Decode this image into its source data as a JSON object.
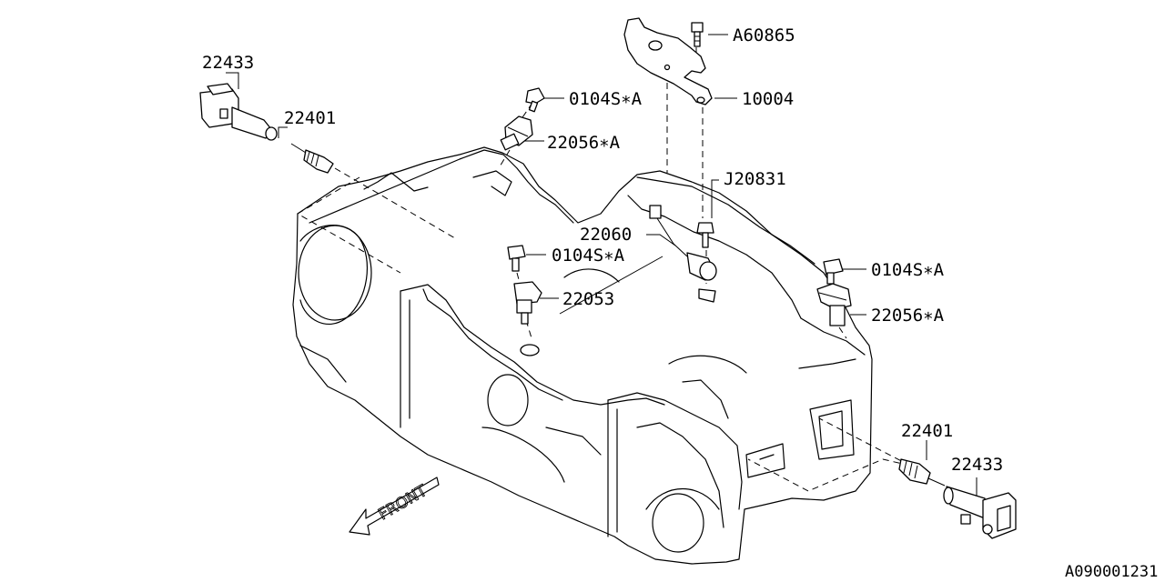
{
  "labels": {
    "a60865": "A60865",
    "p10004": "10004",
    "bolt_top": "0104S∗A",
    "cam_sensor_top": "22056∗A",
    "coil_left": "22433",
    "plug_left": "22401",
    "j20831": "J20831",
    "knock_sensor": "22060",
    "bolt_mid": "0104S∗A",
    "crank_sensor": "22053",
    "bolt_right": "0104S∗A",
    "cam_sensor_right": "22056∗A",
    "plug_right": "22401",
    "coil_right": "22433",
    "front": "FRONT",
    "diagram_ref": "A090001231"
  }
}
